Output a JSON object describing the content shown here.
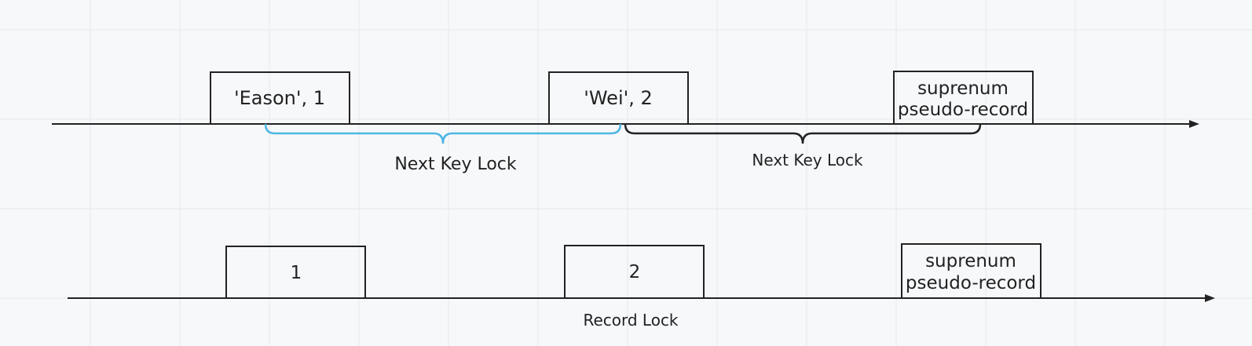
{
  "top_row": {
    "records": [
      {
        "label": "'Eason', 1"
      },
      {
        "label": "'Wei', 2"
      },
      {
        "line1": "suprenum",
        "line2": "pseudo-record"
      }
    ],
    "braces": [
      {
        "label": "Next Key Lock",
        "color": "#4db6e3"
      },
      {
        "label": "Next Key Lock",
        "color": "#222222"
      }
    ]
  },
  "bottom_row": {
    "records": [
      {
        "label": "1"
      },
      {
        "label": "2"
      },
      {
        "line1": "suprenum",
        "line2": "pseudo-record"
      }
    ],
    "lock_label": "Record Lock"
  },
  "colors": {
    "background": "#f7f8fa",
    "grid": "#e8eaee",
    "stroke": "#222222"
  }
}
